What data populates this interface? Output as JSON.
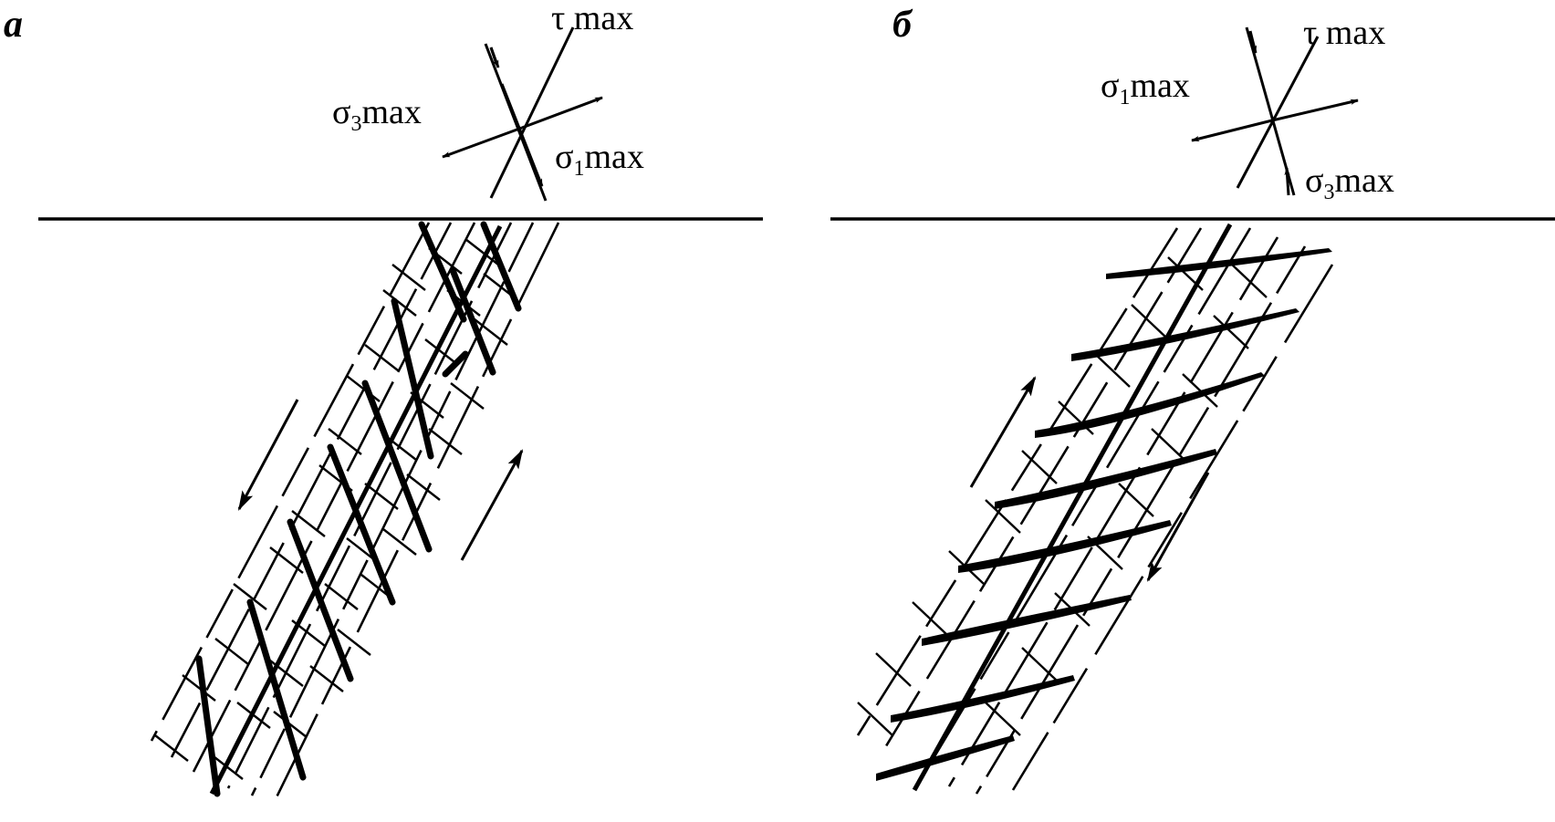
{
  "panels": [
    {
      "id": "a",
      "letter": "а",
      "labels": {
        "tau": "τ  max",
        "s3": {
          "sym": "σ",
          "sub": "3",
          "rest": "max"
        },
        "s1": {
          "sym": "σ",
          "sub": "1",
          "rest": "max"
        }
      }
    },
    {
      "id": "b",
      "letter": "б",
      "labels": {
        "tau": "τ  max",
        "s1": {
          "sym": "σ",
          "sub": "1",
          "rest": "max"
        },
        "s3": {
          "sym": "σ",
          "sub": "3",
          "rest": "max"
        }
      }
    }
  ],
  "colors": {
    "ink": "#000000",
    "background": "#ffffff"
  }
}
